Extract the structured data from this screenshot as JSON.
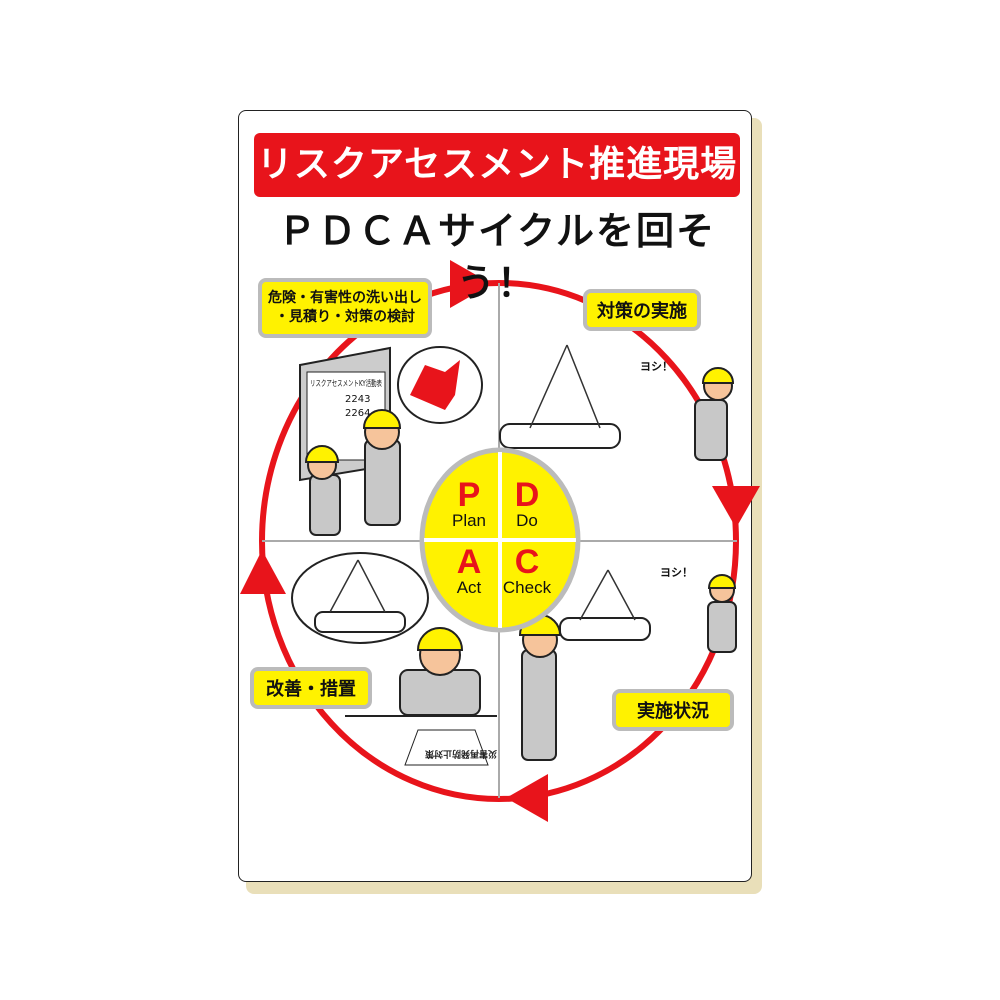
{
  "title": "リスクアセスメント推進現場",
  "subtitle": "ＰＤＣＡサイクルを回そう！",
  "steps": {
    "plan_label_line1": "危険・有害性の洗い出し",
    "plan_label_line2": "・見積り・対策の検討",
    "do_label": "対策の実施",
    "check_label": "実施状況",
    "act_label": "改善・措置"
  },
  "center": {
    "p": {
      "letter": "P",
      "word": "Plan"
    },
    "d": {
      "letter": "D",
      "word": "Do"
    },
    "a": {
      "letter": "A",
      "word": "Act"
    },
    "c": {
      "letter": "C",
      "word": "Check"
    }
  },
  "illustration_text": {
    "board_title": "リスクアセスメントKY活動表",
    "board_num1": "2243",
    "board_num2": "2264",
    "shout1": "ヨシ！",
    "shout2": "ヨシ！",
    "memo": "災害再発防止対策"
  },
  "colors": {
    "red": "#e8141b",
    "yellow": "#fff200",
    "gray": "#bbbbbb"
  }
}
